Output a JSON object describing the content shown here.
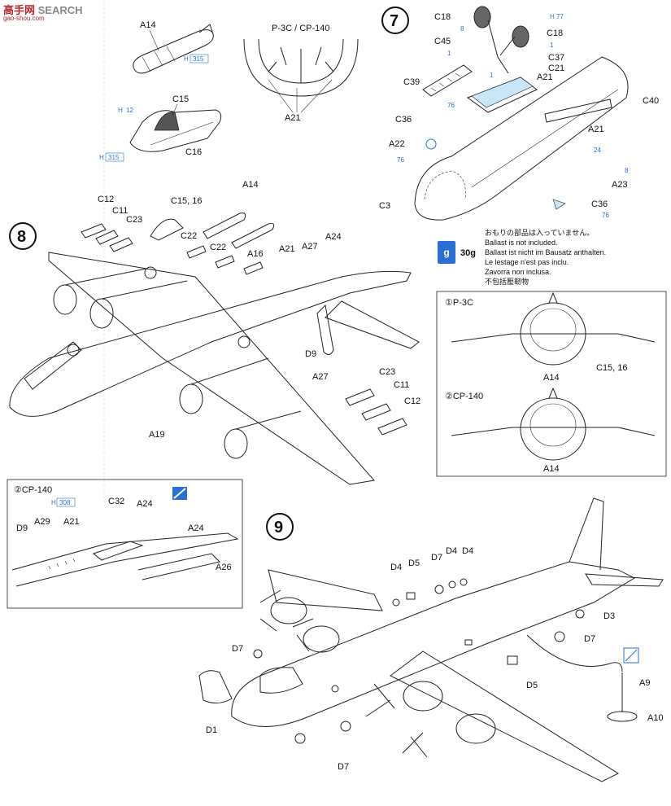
{
  "watermark": {
    "brand": "高手网",
    "search": "SEARCH",
    "site": "gao-shou.com"
  },
  "steps": {
    "s7": "7",
    "s8": "8",
    "s9": "9"
  },
  "top_left": {
    "a14": "A14",
    "c15": "C15",
    "c16": "C16",
    "h315a": "315",
    "h315b": "315",
    "h12": "12",
    "h_prefix": "H"
  },
  "cockpit_detail": {
    "title": "P-3C / CP-140",
    "a21": "A21"
  },
  "step7": {
    "c18a": "C18",
    "c18b": "C18",
    "c45": "C45",
    "c37": "C37",
    "c21": "C21",
    "c39": "C39",
    "a21a": "A21",
    "a21b": "A21",
    "c40": "C40",
    "c36a": "C36",
    "c36b": "C36",
    "a22": "A22",
    "c3": "C3",
    "a23": "A23",
    "h77": "77",
    "h8a": "8",
    "h1a": "1",
    "h1b": "1",
    "h1c": "1",
    "h76a": "76",
    "h76b": "76",
    "h76c": "76",
    "h24": "24",
    "h8b": "8"
  },
  "ballast": {
    "icon": "g",
    "weight": "30g",
    "lines": [
      "おもりの部品は入っていません。",
      "Ballast is not included.",
      "Ballast ist nicht im Bausatz anthalten.",
      "Le lestage n'est pas inclu.",
      "Zavorra non inclusa.",
      "不包括壓韌物"
    ]
  },
  "variant_box": {
    "v1": "①P-3C",
    "v2": "②CP-140",
    "a14a": "A14",
    "c1516": "C15, 16",
    "a14b": "A14"
  },
  "step8": {
    "c12a": "C12",
    "c11a": "C11",
    "c23a": "C23",
    "c1516": "C15, 16",
    "a14": "A14",
    "c22a": "C22",
    "c22b": "C22",
    "a16": "A16",
    "a21": "A21",
    "a27a": "A27",
    "a24": "A24",
    "d9": "D9",
    "a27b": "A27",
    "c23b": "C23",
    "c11b": "C11",
    "c12b": "C12",
    "a19": "A19"
  },
  "cp140_box": {
    "title": "②CP-140",
    "h308": "308",
    "c32": "C32",
    "a24a": "A24",
    "a29": "A29",
    "a21": "A21",
    "d9": "D9",
    "a24b": "A24",
    "a26": "A26"
  },
  "step9": {
    "d4a": "D4",
    "d5a": "D5",
    "d7a": "D7",
    "d4b": "D4",
    "d4c": "D4",
    "d3": "D3",
    "d7b": "D7",
    "d7c": "D7",
    "d5b": "D5",
    "a9": "A9",
    "a10": "A10",
    "d1": "D1",
    "d7d": "D7"
  },
  "colors": {
    "accent_blue": "#2a6fd6",
    "watermark_red": "#b8252a"
  }
}
